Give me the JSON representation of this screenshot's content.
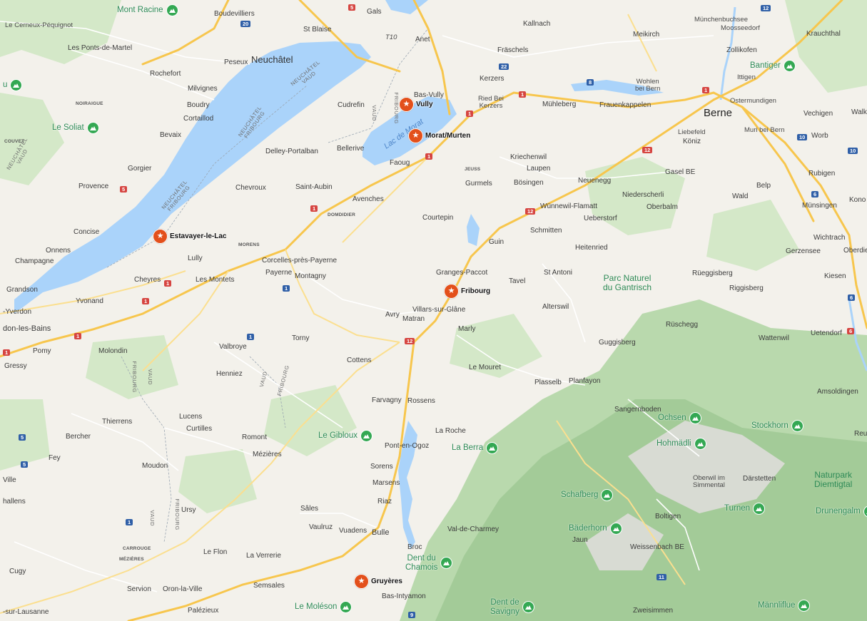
{
  "colors": {
    "land": "#f3f1eb",
    "forest": "#cfe6c3",
    "relief": "#a9cfa1",
    "water": "#aad3fa",
    "motorway": "#f7c64d",
    "road": "#ffffff",
    "poi_star": "#e3501b",
    "peak_pin": "#34a853"
  },
  "towns": [
    {
      "id": "le-cerneux-pequignot",
      "text": "Le Cerneux-Péquignot"
    },
    {
      "id": "boudevilliers",
      "text": "Boudevilliers"
    },
    {
      "id": "st-blaise",
      "text": "St Blaise"
    },
    {
      "id": "gals",
      "text": "Gals"
    },
    {
      "id": "kallnach",
      "text": "Kallnach"
    },
    {
      "id": "meikirch",
      "text": "Meikirch"
    },
    {
      "id": "munchenbuchsee",
      "text": "Münchenbuchsee"
    },
    {
      "id": "moosseedorf",
      "text": "Moosseedorf"
    },
    {
      "id": "krauchthal",
      "text": "Krauchthal"
    },
    {
      "id": "les-ponts-de-martel",
      "text": "Les Ponts-de-Martel"
    },
    {
      "id": "anet",
      "text": "Anet"
    },
    {
      "id": "fraschels",
      "text": "Fräschels"
    },
    {
      "id": "zollikofen",
      "text": "Zollikofen"
    },
    {
      "id": "peseux",
      "text": "Peseux"
    },
    {
      "id": "rochefort",
      "text": "Rochefort"
    },
    {
      "id": "kerzers",
      "text": "Kerzers"
    },
    {
      "id": "wohlen",
      "text": "Wohlen\nbei Bern"
    },
    {
      "id": "ittigen",
      "text": "Ittigen"
    },
    {
      "id": "milvignes",
      "text": "Milvignes"
    },
    {
      "id": "bas-vully",
      "text": "Bas-Vully"
    },
    {
      "id": "ostermundigen",
      "text": "Ostermundigen"
    },
    {
      "id": "boudry",
      "text": "Boudry"
    },
    {
      "id": "cudrefin",
      "text": "Cudrefin"
    },
    {
      "id": "ried-bei-kerzers",
      "text": "Ried Bei\nKerzers"
    },
    {
      "id": "muhleberg",
      "text": "Mühleberg"
    },
    {
      "id": "frauenkappelen",
      "text": "Frauenkappelen"
    },
    {
      "id": "vechigen",
      "text": "Vechigen"
    },
    {
      "id": "walk",
      "text": "Walk"
    },
    {
      "id": "cortaillod",
      "text": "Cortaillod"
    },
    {
      "id": "liebefeld",
      "text": "Liebefeld"
    },
    {
      "id": "muri-bei-bern",
      "text": "Muri bei Bern"
    },
    {
      "id": "bevaix",
      "text": "Bevaix"
    },
    {
      "id": "koniz",
      "text": "Köniz"
    },
    {
      "id": "worb",
      "text": "Worb"
    },
    {
      "id": "delley-portalban",
      "text": "Delley-Portalban"
    },
    {
      "id": "bellerive",
      "text": "Bellerive"
    },
    {
      "id": "kriechenwil",
      "text": "Kriechenwil"
    },
    {
      "id": "gorgier",
      "text": "Gorgier"
    },
    {
      "id": "faoug",
      "text": "Faoug"
    },
    {
      "id": "laupen",
      "text": "Laupen"
    },
    {
      "id": "gasel-be",
      "text": "Gasel BE"
    },
    {
      "id": "rubigen",
      "text": "Rubigen"
    },
    {
      "id": "gurmels",
      "text": "Gurmels"
    },
    {
      "id": "bosingen",
      "text": "Bösingen"
    },
    {
      "id": "neuenegg",
      "text": "Neuenegg"
    },
    {
      "id": "niederscherli",
      "text": "Niederscherli"
    },
    {
      "id": "wald",
      "text": "Wald"
    },
    {
      "id": "belp",
      "text": "Belp"
    },
    {
      "id": "provence",
      "text": "Provence"
    },
    {
      "id": "chevroux",
      "text": "Chevroux"
    },
    {
      "id": "saint-aubin",
      "text": "Saint-Aubin"
    },
    {
      "id": "oberbalm",
      "text": "Oberbalm"
    },
    {
      "id": "konolfingen",
      "text": "Kono"
    },
    {
      "id": "avenches",
      "text": "Avenches"
    },
    {
      "id": "wunnewil-flamatt",
      "text": "Wünnewil-Flamatt"
    },
    {
      "id": "munsingen",
      "text": "Münsingen"
    },
    {
      "id": "courtepin",
      "text": "Courtepin"
    },
    {
      "id": "ueberstorf",
      "text": "Ueberstorf"
    },
    {
      "id": "concise",
      "text": "Concise"
    },
    {
      "id": "schmitten",
      "text": "Schmitten"
    },
    {
      "id": "wichtrach",
      "text": "Wichtrach"
    },
    {
      "id": "guin",
      "text": "Guin"
    },
    {
      "id": "onnens",
      "text": "Onnens"
    },
    {
      "id": "heitenried",
      "text": "Heitenried"
    },
    {
      "id": "gerzensee",
      "text": "Gerzensee"
    },
    {
      "id": "oberdiessbach",
      "text": "Oberdie"
    },
    {
      "id": "champagne",
      "text": "Champagne"
    },
    {
      "id": "corcelles-pres-payerne",
      "text": "Corcelles-près-Payerne"
    },
    {
      "id": "lully",
      "text": "Lully"
    },
    {
      "id": "granges-paccot",
      "text": "Granges-Paccot"
    },
    {
      "id": "st-antoni",
      "text": "St Antoni"
    },
    {
      "id": "rueggisberg",
      "text": "Rüeggisberg"
    },
    {
      "id": "payerne",
      "text": "Payerne"
    },
    {
      "id": "montagny",
      "text": "Montagny"
    },
    {
      "id": "kiesen",
      "text": "Kiesen"
    },
    {
      "id": "cheyres",
      "text": "Cheyres"
    },
    {
      "id": "les-montets",
      "text": "Les Montets"
    },
    {
      "id": "tavel",
      "text": "Tavel"
    },
    {
      "id": "riggisberg",
      "text": "Riggisberg"
    },
    {
      "id": "grandson",
      "text": "Grandson"
    },
    {
      "id": "yvonand",
      "text": "Yvonand"
    },
    {
      "id": "alterswil",
      "text": "Alterswil"
    },
    {
      "id": "yverdon",
      "text": "-Yverdon"
    },
    {
      "id": "villars-sur-glane",
      "text": "Villars-sur-Glâne"
    },
    {
      "id": "avry",
      "text": "Avry"
    },
    {
      "id": "matran",
      "text": "Matran"
    },
    {
      "id": "yverdon-les-bains",
      "text": "don-les-Bains"
    },
    {
      "id": "marly",
      "text": "Marly"
    },
    {
      "id": "ruschegg",
      "text": "Rüschegg"
    },
    {
      "id": "wattenwil",
      "text": "Wattenwil"
    },
    {
      "id": "uetendorf",
      "text": "Uetendorf"
    },
    {
      "id": "torny",
      "text": "Torny"
    },
    {
      "id": "guggisberg",
      "text": "Guggisberg"
    },
    {
      "id": "pomy",
      "text": "Pomy"
    },
    {
      "id": "molondin",
      "text": "Molondin"
    },
    {
      "id": "valbroye",
      "text": "Valbroye"
    },
    {
      "id": "cottens",
      "text": "Cottens"
    },
    {
      "id": "gressy",
      "text": "Gressy"
    },
    {
      "id": "le-mouret",
      "text": "Le Mouret"
    },
    {
      "id": "henniez",
      "text": "Henniez"
    },
    {
      "id": "plasselb",
      "text": "Plasselb"
    },
    {
      "id": "planfayon",
      "text": "Planfayon"
    },
    {
      "id": "amsoldingen",
      "text": "Amsoldingen"
    },
    {
      "id": "farvagny",
      "text": "Farvagny"
    },
    {
      "id": "rossens",
      "text": "Rossens"
    },
    {
      "id": "sangernboden",
      "text": "Sangernboden"
    },
    {
      "id": "lucens",
      "text": "Lucens"
    },
    {
      "id": "thierrens",
      "text": "Thierrens"
    },
    {
      "id": "curtilles",
      "text": "Curtilles"
    },
    {
      "id": "la-roche",
      "text": "La Roche"
    },
    {
      "id": "reutigen",
      "text": "Reu"
    },
    {
      "id": "bercher",
      "text": "Bercher"
    },
    {
      "id": "romont",
      "text": "Romont"
    },
    {
      "id": "pont-en-ogoz",
      "text": "Pont-en-Ogoz"
    },
    {
      "id": "fey",
      "text": "Fey"
    },
    {
      "id": "mezieres",
      "text": "Mézières"
    },
    {
      "id": "moudon",
      "text": "Moudon"
    },
    {
      "id": "sorens",
      "text": "Sorens"
    },
    {
      "id": "oberwil",
      "text": "Oberwil im\nSimmental"
    },
    {
      "id": "darstetten",
      "text": "Därstetten"
    },
    {
      "id": "ville",
      "text": "Ville"
    },
    {
      "id": "marsens",
      "text": "Marsens"
    },
    {
      "id": "challens",
      "text": "hallens"
    },
    {
      "id": "riaz",
      "text": "Riaz"
    },
    {
      "id": "ursy",
      "text": "Ursy"
    },
    {
      "id": "sales",
      "text": "Sâles"
    },
    {
      "id": "boltigen",
      "text": "Boltigen"
    },
    {
      "id": "vaulruz",
      "text": "Vaulruz"
    },
    {
      "id": "vuadens",
      "text": "Vuadens"
    },
    {
      "id": "bulle",
      "text": "Bulle"
    },
    {
      "id": "val-de-charmey",
      "text": "Val-de-Charmey"
    },
    {
      "id": "jaun",
      "text": "Jaun"
    },
    {
      "id": "broc",
      "text": "Broc"
    },
    {
      "id": "weissenbach-be",
      "text": "Weissenbach BE"
    },
    {
      "id": "le-flon",
      "text": "Le Flon"
    },
    {
      "id": "la-verrerie",
      "text": "La Verrerie"
    },
    {
      "id": "cugy",
      "text": "Cugy"
    },
    {
      "id": "servion",
      "text": "Servion"
    },
    {
      "id": "oron-la-ville",
      "text": "Oron-la-Ville"
    },
    {
      "id": "semsales",
      "text": "Semsales"
    },
    {
      "id": "bas-intyamon",
      "text": "Bas-Intyamon"
    },
    {
      "id": "zweisimmen",
      "text": "Zweisimmen"
    },
    {
      "id": "sur-lausanne",
      "text": "-sur-Lausanne"
    },
    {
      "id": "palezieux",
      "text": "Palézieux"
    },
    {
      "id": "noiraigue",
      "text": "NOIRAIGUE"
    },
    {
      "id": "jeuss",
      "text": "JEUSS"
    },
    {
      "id": "domdidier",
      "text": "DOMDIDIER"
    },
    {
      "id": "morens",
      "text": "MORENS"
    },
    {
      "id": "carrouge",
      "text": "CARROUGE"
    },
    {
      "id": "mezieres-caps",
      "text": "MÉZIÈRES"
    },
    {
      "id": "couvet",
      "text": "COUVET"
    }
  ],
  "cities": [
    {
      "id": "neuchatel",
      "text": "Neuchâtel"
    },
    {
      "id": "berne",
      "text": "Berne"
    }
  ],
  "borders": [
    {
      "id": "neuchatel-vaud-1",
      "text": "NEUCHÂTEL\nVAUD"
    },
    {
      "id": "neuchatel-fribourg-1",
      "text": "NEUCHÂTEL\nFRIBOURG"
    },
    {
      "id": "neuchatel-fribourg-2",
      "text": "NEUCHÂTEL\nFRIBOURG"
    },
    {
      "id": "vaud-fribourg-1",
      "text": "VAUD"
    },
    {
      "id": "fribourg-1",
      "text": "FRIBOURG"
    },
    {
      "id": "neuchatel-vaud-2",
      "text": "NEUCHÂTEL\nVAUD"
    },
    {
      "id": "fribourg-vaud-2",
      "text": "FRIBOURG"
    },
    {
      "id": "vaud-2",
      "text": "VAUD"
    },
    {
      "id": "vaud-3",
      "text": "VAUD"
    },
    {
      "id": "fribourg-3",
      "text": "FRIBOURG"
    },
    {
      "id": "vaud-4",
      "text": "VAUD"
    },
    {
      "id": "fribourg-4",
      "text": "FRIBOURG"
    }
  ],
  "water_labels": [
    {
      "id": "lac-de-morat",
      "text": "Lac de Morat"
    }
  ],
  "parks": [
    {
      "id": "parc-gantrisch",
      "text": "Parc Naturel\ndu Gantrisch"
    },
    {
      "id": "naturpark-diemtigtal",
      "text": "Naturpark\nDiemtigtal"
    }
  ],
  "star_pois": [
    {
      "id": "vully",
      "text": "Vully"
    },
    {
      "id": "morat-murten",
      "text": "Morat/Murten"
    },
    {
      "id": "estavayer-le-lac",
      "text": "Estavayer-le-Lac"
    },
    {
      "id": "fribourg",
      "text": "Fribourg"
    },
    {
      "id": "gruyeres",
      "text": "Gruyères"
    }
  ],
  "mountain_pois": [
    {
      "id": "mont-racine",
      "text": "Mont Racine"
    },
    {
      "id": "bantiger",
      "text": "Bantiger"
    },
    {
      "id": "le-soliat",
      "text": "Le Soliat"
    },
    {
      "id": "edge-peak",
      "text": "u"
    },
    {
      "id": "ochsen",
      "text": "Ochsen"
    },
    {
      "id": "stockhorn",
      "text": "Stockhorn"
    },
    {
      "id": "le-gibloux",
      "text": "Le Gibloux"
    },
    {
      "id": "la-berra",
      "text": "La Berra"
    },
    {
      "id": "hohmadli",
      "text": "Hohmädli"
    },
    {
      "id": "schafberg",
      "text": "Schafberg"
    },
    {
      "id": "turnen",
      "text": "Turnen"
    },
    {
      "id": "drunengalm",
      "text": "Drunengalm"
    },
    {
      "id": "baderhorn",
      "text": "Bäderhorn"
    },
    {
      "id": "dent-du-chamois",
      "text": "Dent du\nChamois"
    },
    {
      "id": "le-moleson",
      "text": "Le Moléson"
    },
    {
      "id": "dent-de-savigny",
      "text": "Dent de\nSavigny"
    },
    {
      "id": "mannliflue",
      "text": "Männliflue"
    }
  ],
  "road_shields": [
    {
      "id": "s-5-top",
      "text": "5"
    },
    {
      "id": "s-20",
      "text": "20"
    },
    {
      "id": "s-12-top",
      "text": "12"
    },
    {
      "id": "s-t10",
      "text": "T10"
    },
    {
      "id": "s-22",
      "text": "22"
    },
    {
      "id": "s-8",
      "text": "8"
    },
    {
      "id": "s-1-a",
      "text": "1"
    },
    {
      "id": "s-1-b",
      "text": "1"
    },
    {
      "id": "s-1-c",
      "text": "1"
    },
    {
      "id": "s-1-d",
      "text": "1"
    },
    {
      "id": "s-10",
      "text": "10"
    },
    {
      "id": "s-10-b",
      "text": "10"
    },
    {
      "id": "s-12-b",
      "text": "12"
    },
    {
      "id": "s-5-b",
      "text": "5"
    },
    {
      "id": "s-1-e",
      "text": "1"
    },
    {
      "id": "s-12-c",
      "text": "12"
    },
    {
      "id": "s-6-a",
      "text": "6"
    },
    {
      "id": "s-1-f",
      "text": "1"
    },
    {
      "id": "s-1-g",
      "text": "1"
    },
    {
      "id": "s-1-h",
      "text": "1"
    },
    {
      "id": "s-6-b",
      "text": "6"
    },
    {
      "id": "s-6-c",
      "text": "6"
    },
    {
      "id": "s-1-i",
      "text": "1"
    },
    {
      "id": "s-1-j",
      "text": "1"
    },
    {
      "id": "s-12-d",
      "text": "12"
    },
    {
      "id": "s-5-c",
      "text": "5"
    },
    {
      "id": "s-5-d",
      "text": "5"
    },
    {
      "id": "s-1-k",
      "text": "1"
    },
    {
      "id": "s-11",
      "text": "11"
    },
    {
      "id": "s-9",
      "text": "9"
    },
    {
      "id": "s-1-l",
      "text": "1"
    }
  ]
}
